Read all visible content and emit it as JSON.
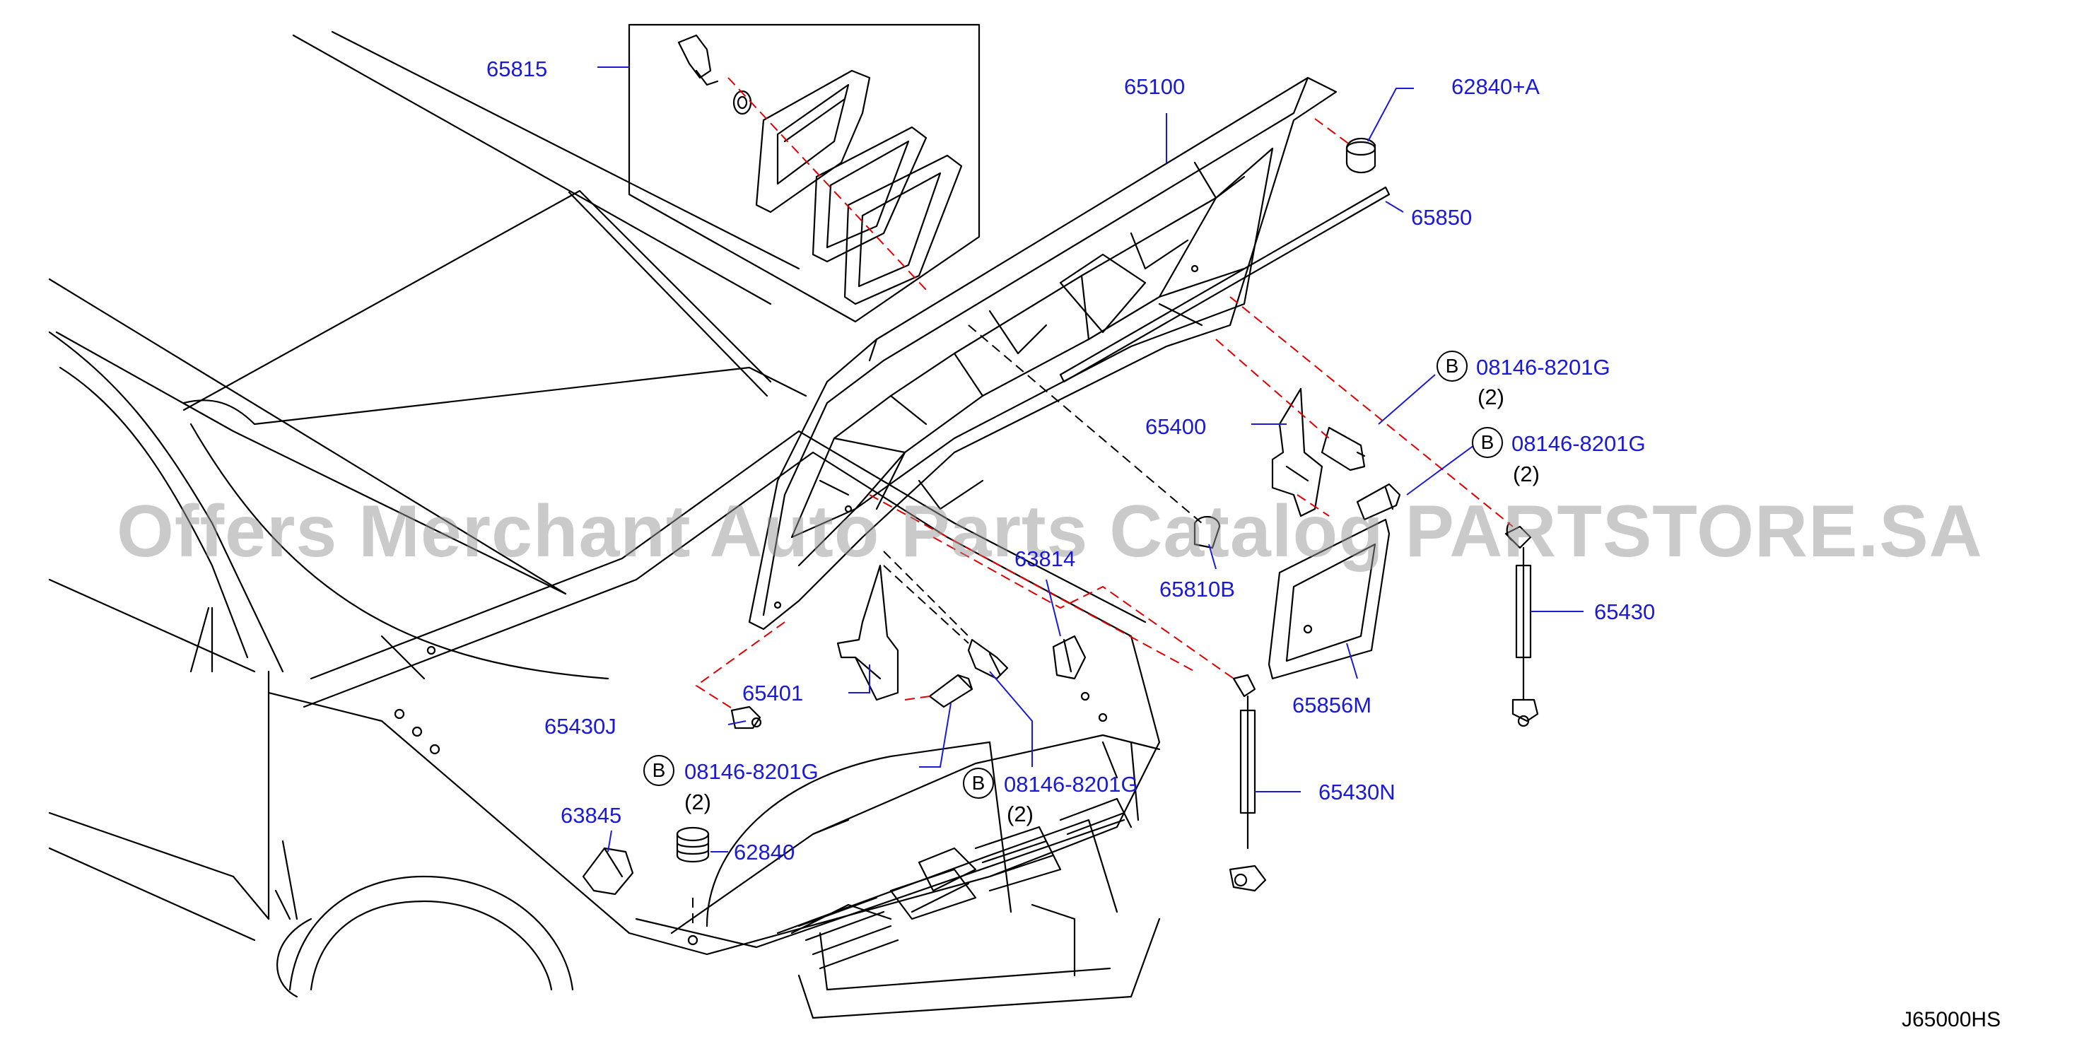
{
  "watermark": "Offers Merchant Auto Parts Catalog PARTSTORE.SA",
  "diagram_code": "J65000HS",
  "bolt_symbol": "B",
  "parts": [
    {
      "id": "p65815",
      "number": "65815"
    },
    {
      "id": "p65100",
      "number": "65100"
    },
    {
      "id": "p62840A",
      "number": "62840+A"
    },
    {
      "id": "p65850",
      "number": "65850"
    },
    {
      "id": "pB1",
      "number": "08146-8201G",
      "qty": "(2)"
    },
    {
      "id": "pB2",
      "number": "08146-8201G",
      "qty": "(2)"
    },
    {
      "id": "p65400",
      "number": "65400"
    },
    {
      "id": "p63814",
      "number": "63814"
    },
    {
      "id": "p65810B",
      "number": "65810B"
    },
    {
      "id": "p65430",
      "number": "65430"
    },
    {
      "id": "p65401",
      "number": "65401"
    },
    {
      "id": "p65856M",
      "number": "65856M"
    },
    {
      "id": "p65430J",
      "number": "65430J"
    },
    {
      "id": "pB3",
      "number": "08146-8201G",
      "qty": "(2)"
    },
    {
      "id": "pB4",
      "number": "08146-8201G",
      "qty": "(2)"
    },
    {
      "id": "p65430N",
      "number": "65430N"
    },
    {
      "id": "p63845",
      "number": "63845"
    },
    {
      "id": "p62840",
      "number": "62840"
    }
  ]
}
